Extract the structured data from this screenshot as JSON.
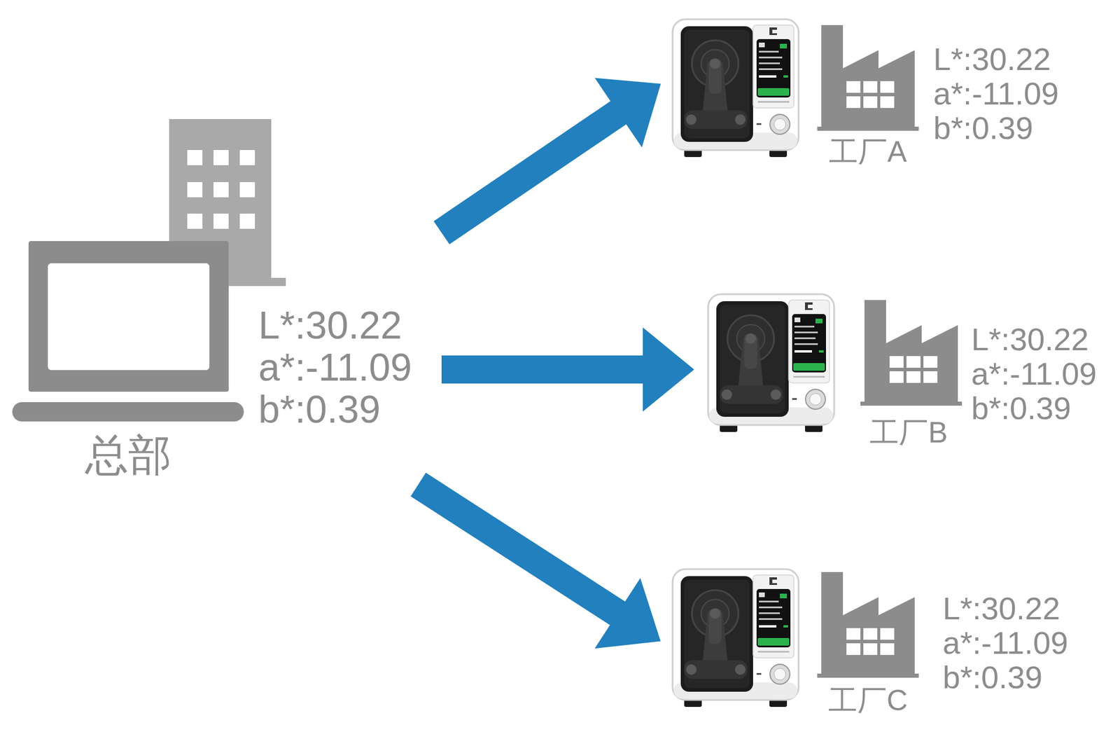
{
  "diagram": {
    "nodes": [
      {
        "text": [
          "总部",
          "L*:30.22 a*:-11.09 b*:0.39"
        ]
      },
      {
        "text": [
          "工厂A",
          "L*:30.22 a*:-11.09 b*:0.39"
        ]
      },
      {
        "text": [
          "工厂B",
          "L*:30.22 a*:-11.09 b*:0.39"
        ]
      },
      {
        "text": [
          "工厂C",
          "L*:30.22 a*:-11.09 b*:0.39"
        ]
      }
    ],
    "edges": [
      {
        "from": 0,
        "to": 1,
        "arrow": "to"
      },
      {
        "from": 0,
        "to": 2,
        "arrow": "to"
      },
      {
        "from": 0,
        "to": 3,
        "arrow": "to"
      }
    ]
  }
}
